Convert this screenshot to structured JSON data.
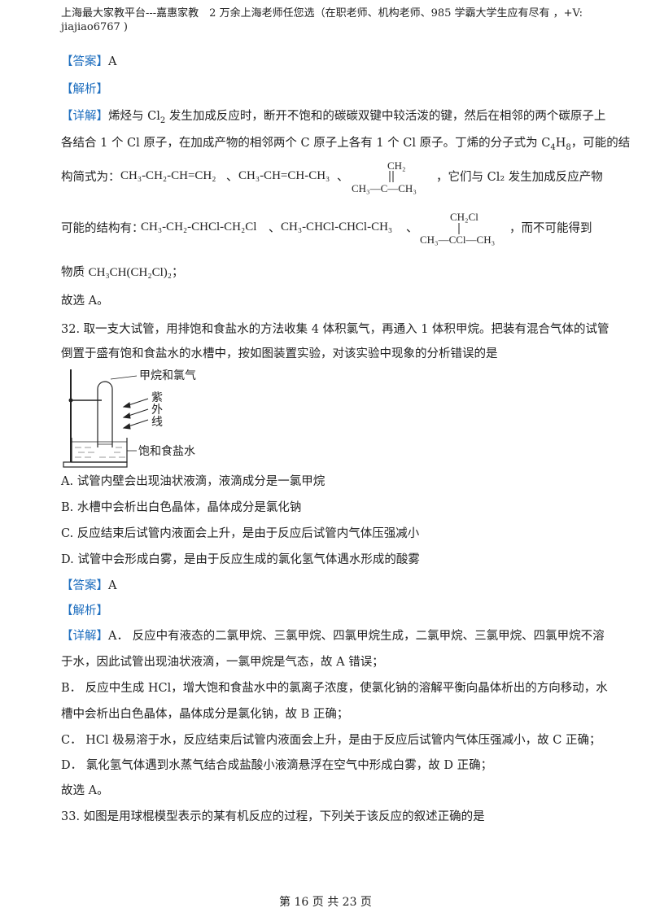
{
  "header": {
    "line1": "上海最大家教平台---嘉惠家教　2 万余上海老师任您选（在职老师、机构老师、985 学霸大学生应有尽有 ，+V:",
    "line2": "jiajiao6767 )"
  },
  "q31": {
    "answer_tag": "【答案】",
    "answer": "A",
    "analysis_tag": "【解析】",
    "detail_tag": "【详解】",
    "line1a": "烯烃与 Cl",
    "line1b": " 发生加成反应时，断开不饱和的碳碳双键中较活泼的键，然后在相邻的两个碳原子上",
    "line2a": "各结合 1 个 Cl 原子，在加成产物的相邻两个 C 原子上各有 1 个 Cl 原子。丁烯的分子式为 C",
    "line2b": "H",
    "line2c": "，可能的结",
    "line3_prefix": "构简式为：",
    "line3_f1": "CH₃-CH₂-CH=CH₂",
    "sep": "、",
    "line3_f2": "CH₃-CH=CH-CH₃",
    "line3_s_top": "CH₂",
    "line3_s_bottom": "CH₃—C—CH₃",
    "line3_suffix": "，它们与 Cl₂ 发生加成反应产物",
    "line4_prefix": "可能的结构有：",
    "line4_f1": "CH₃-CH₂-CHCl-CH₂Cl",
    "line4_f2": "CH₃-CHCl-CHCl-CH₃",
    "line4_s_top": "CH₂Cl",
    "line4_s_bottom": "CH₃—CCl—CH₃",
    "line4_suffix": "，而不可能得到",
    "line5_prefix": "物质",
    "line5_formula": "CH₃CH(CH₂Cl)₂",
    "line5_suffix": "；",
    "conclusion": "故选 A。"
  },
  "q32": {
    "stem1": "32.  取一支大试管，用排饱和食盐水的方法收集 4 体积氯气，再通入 1 体积甲烷。把装有混合气体的试管",
    "stem2": "倒置于盛有饱和食盐水的水槽中，按如图装置实验，对该实验中现象的分析错误的是",
    "fig_gas": "甲烷和氯气",
    "fig_uv1": "紫",
    "fig_uv2": "外",
    "fig_uv3": "线",
    "fig_brine": "饱和食盐水",
    "options": [
      "A.  试管内壁会出现油状液滴，液滴成分是一氯甲烷",
      "B.  水槽中会析出白色晶体，晶体成分是氯化钠",
      "C.  反应结束后试管内液面会上升，是由于反应后试管内气体压强减小",
      "D.  试管中会形成白雾，是由于反应生成的氯化氢气体遇水形成的酸雾"
    ],
    "answer_tag": "【答案】",
    "answer": "A",
    "analysis_tag": "【解析】",
    "detail_tag": "【详解】",
    "d1": "A．  反应中有液态的二氯甲烷、三氯甲烷、四氯甲烷生成，二氯甲烷、三氯甲烷、四氯甲烷不溶",
    "d2": "于水，因此试管出现油状液滴，一氯甲烷是气态，故 A 错误；",
    "d3": "B．  反应中生成 HCl，增大饱和食盐水中的氯离子浓度，使氯化钠的溶解平衡向晶体析出的方向移动，水",
    "d4": "槽中会析出白色晶体，晶体成分是氯化钠，故 B 正确；",
    "d5": "C．  HCl 极易溶于水，反应结束后试管内液面会上升，是由于反应后试管内气体压强减小，故 C 正确；",
    "d6": "D．  氯化氢气体遇到水蒸气结合成盐酸小液滴悬浮在空气中形成白雾，故 D 正确；",
    "conclusion": "故选 A。"
  },
  "q33": {
    "stem": "33.  如图是用球棍模型表示的某有机反应的过程，下列关于该反应的叙述正确的是"
  },
  "footer": {
    "page": "第 16 页 共 23 页"
  }
}
